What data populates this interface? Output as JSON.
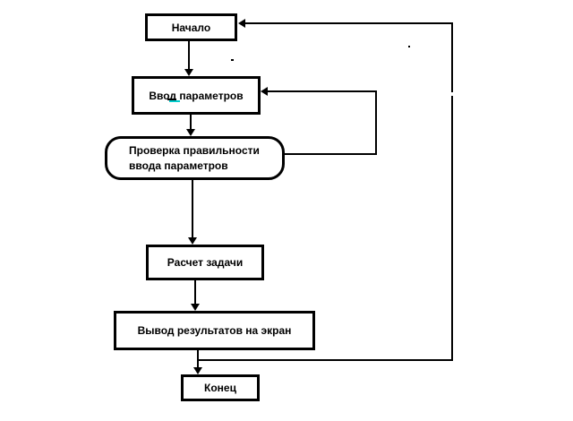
{
  "diagram_type": "flowchart",
  "language": "ru",
  "colors": {
    "background": "#ffffff",
    "line": "#000000",
    "box_fill": "#ffffff",
    "text": "#000000",
    "spellcheck_underline": "#00cccc"
  },
  "nodes": {
    "start": {
      "label": "Начало",
      "shape": "rectangle"
    },
    "input": {
      "label": "Ввод параметров",
      "shape": "rectangle"
    },
    "check": {
      "line1": "Проверка правильности",
      "line2": "ввода параметров",
      "shape": "rounded-rectangle"
    },
    "calc": {
      "label": "Расчет задачи",
      "shape": "rectangle"
    },
    "output": {
      "label": "Вывод результатов на экран",
      "shape": "rectangle"
    },
    "end": {
      "label": "Конец",
      "shape": "rectangle"
    }
  },
  "edges": [
    {
      "from": "start",
      "to": "input",
      "type": "arrow"
    },
    {
      "from": "input",
      "to": "check",
      "type": "arrow"
    },
    {
      "from": "check",
      "to": "calc",
      "type": "arrow"
    },
    {
      "from": "calc",
      "to": "output",
      "type": "arrow"
    },
    {
      "from": "output",
      "to": "end",
      "type": "arrow"
    },
    {
      "from": "check",
      "to": "input",
      "type": "feedback-arrow-right-loop"
    },
    {
      "from": "output-end-connector",
      "to": "start",
      "type": "feedback-arrow-outer-right-loop"
    }
  ],
  "stray_marks": [
    {
      "text": "."
    },
    {
      "text": "."
    }
  ]
}
